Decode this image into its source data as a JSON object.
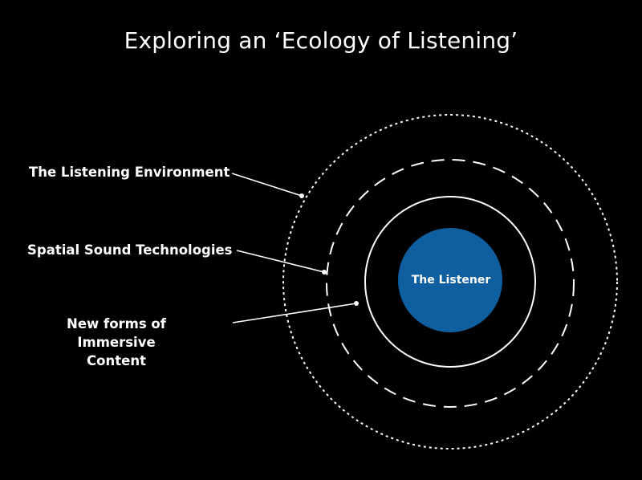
{
  "title": "Exploring an ‘Ecology of Listening’",
  "labels": {
    "environment": "The Listening Environment",
    "spatial": "Spatial Sound Technologies",
    "content_line1": "New forms of",
    "content_line2": "Immersive Content"
  },
  "center": {
    "label": "The Listener"
  },
  "colors": {
    "background": "#000000",
    "foreground": "#ffffff",
    "listener_fill": "#0f5fa0"
  }
}
